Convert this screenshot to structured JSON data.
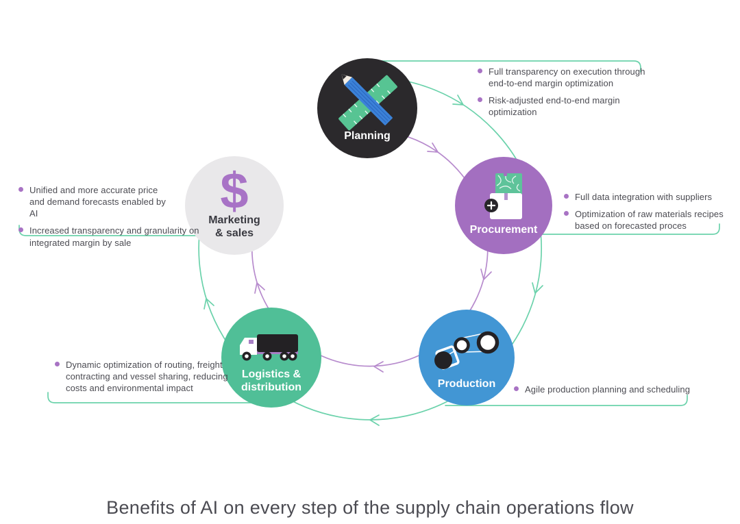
{
  "title": {
    "caption": "Benefits of AI on every step of the supply chain operations flow"
  },
  "flow": {
    "planning": {
      "label": "Planning",
      "icon": "pencil-and-ruler-icon",
      "color": "#2b292c",
      "label_color": "#ffffff",
      "benefits": [
        "Full transparency on execution through end-to-end margin optimization",
        "Risk-adjusted end-to-end margin optimization"
      ]
    },
    "procurement": {
      "label": "Procurement",
      "icon": "supply-box-icon",
      "color": "#a36fc0",
      "label_color": "#ffffff",
      "benefits": [
        "Full data integration with suppliers",
        "Optimization of raw materials recipes based on forecasted proces"
      ]
    },
    "production": {
      "label": "Production",
      "icon": "pulley-belt-icon",
      "color": "#4296d4",
      "label_color": "#ffffff",
      "benefits": [
        "Agile production planning and scheduling"
      ]
    },
    "logistics": {
      "label_line1": "Logistics &",
      "label_line2": "distribution",
      "icon": "truck-icon",
      "color": "#50bf97",
      "label_color": "#ffffff",
      "benefits": [
        "Dynamic optimization of routing, freight contracting and vessel sharing, reducing costs and environmental impact"
      ]
    },
    "marketing": {
      "label_line1": "Marketing",
      "label_line2": "& sales",
      "icon": "dollar-sign-icon",
      "icon_glyph": "$",
      "color": "#e9e8ea",
      "label_color": "#3a3a41",
      "benefits": [
        "Unified and more accurate price and demand forecasts enabled by AI",
        "Increased transparency and granularity on integrated margin by sale"
      ]
    }
  },
  "colors": {
    "teal_line": "#6bd2ab",
    "purple_line": "#b78bcd",
    "bullet_dot": "#a873c4",
    "text": "#4b4b52",
    "dollar_purple": "#a873c6"
  }
}
